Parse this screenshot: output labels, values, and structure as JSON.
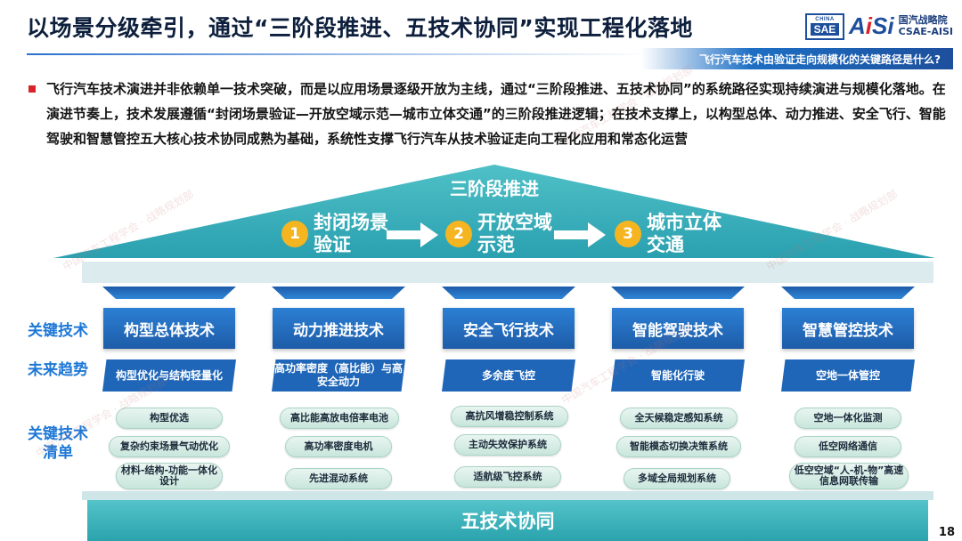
{
  "header": {
    "title": "以场景分级牵引，通过“三阶段推进、五技术协同”实现工程化落地",
    "subtitle": "飞行汽车技术由验证走向规模化的关键路径是什么?",
    "logo_sae_small": "CHINA",
    "logo_sae_big": "SAE",
    "logo_aisi_a": "A",
    "logo_aisi_i": "i",
    "logo_aisi_rest": "Si",
    "logo_text_line1": "国汽战略院",
    "logo_text_line2": "CSAE-AISI"
  },
  "intro": "飞行汽车技术演进并非依赖单一技术突破，而是以应用场景逐级开放为主线，通过“三阶段推进、五技术协同”的系统路径实现持续演进与规模化落地。在演进节奏上，技术发展遵循“封闭场景验证—开放空域示范—城市立体交通”的三阶段推进逻辑；在技术支撑上，以构型总体、动力推进、安全飞行、智能驾驶和智慧管控五大核心技术协同成熟为基础，系统性支撑飞行汽车从技术验证走向工程化应用和常态化运营",
  "roof": {
    "title": "三阶段推进",
    "stages": [
      {
        "num": "1",
        "label": "封闭场景验证"
      },
      {
        "num": "2",
        "label": "开放空域示范"
      },
      {
        "num": "3",
        "label": "城市立体交通"
      }
    ]
  },
  "side_labels": {
    "key_tech": "关键技术",
    "trend": "未来趋势",
    "list": "关键技术清单"
  },
  "pillars": [
    {
      "tech": "构型总体技术",
      "trend": "构型优化与结构轻量化",
      "items": [
        "构型优选",
        "复杂约束场景气动优化",
        "材料-结构-功能一体化设计"
      ]
    },
    {
      "tech": "动力推进技术",
      "trend": "高功率密度（高比能）与高安全动力",
      "items": [
        "高比能高放电倍率电池",
        "高功率密度电机",
        "先进混动系统"
      ]
    },
    {
      "tech": "安全飞行技术",
      "trend": "多余度飞控",
      "items": [
        "高抗风增稳控制系统",
        "主动失效保护系统",
        "适航级飞控系统"
      ]
    },
    {
      "tech": "智能驾驶技术",
      "trend": "智能化行驶",
      "items": [
        "全天候稳定感知系统",
        "智能模态切换决策系统",
        "多域全局规划系统"
      ]
    },
    {
      "tech": "智慧管控技术",
      "trend": "空地一体管控",
      "items": [
        "空地一体化监测",
        "低空网络通信",
        "低空空域“人-机-物”高速信息网联传输"
      ]
    }
  ],
  "base": {
    "label": "五技术协同"
  },
  "page_number": "18",
  "colors": {
    "accent_blue": "#1d5ca8",
    "stage_yellow": "#f5b521",
    "base_teal": "#2aa3ad",
    "bullet_red": "#d9232a"
  }
}
